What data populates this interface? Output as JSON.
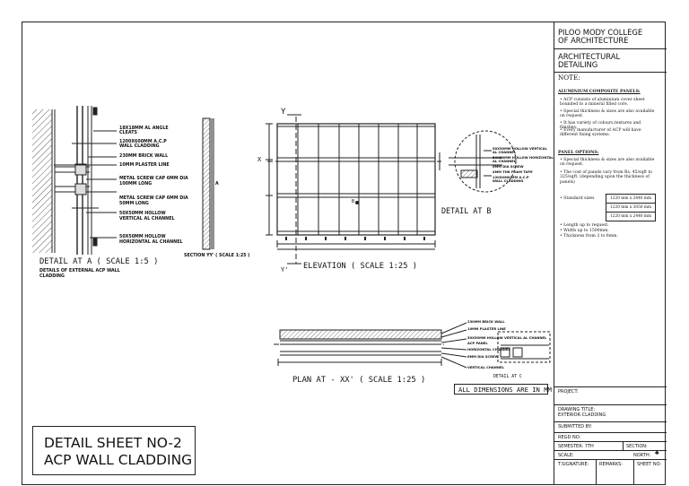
{
  "title_block": {
    "college_line1": "PILOO MODY COLLEGE",
    "college_line2": "OF ARCHITECTURE",
    "subject_line1": "ARCHITECTURAL",
    "subject_line2": "DETAILING",
    "note_heading": "NOTE:",
    "acp_heading": "ALUMINIUM COMPOSITE PANELS:",
    "acp_bullets": [
      "ACP consists of aluminium cover sheet bounded to a mineral filled core.",
      "Special thickness & sizes are also available on request.",
      "It has variety of colours,textures and finishes.",
      "Every manufacturer of ACP will have different fixing systems."
    ],
    "panel_heading": "PANEL OPTIONS:",
    "panel_bullets": [
      "Special thickness & sizes are also available on request.",
      "The cost of panels vary from Rs. 45/sqft to 325/sqft. (depending upon the thickness of panels)",
      "Standard sizes"
    ],
    "standard_sizes": [
      "1220 mm x 2440 mm",
      "1220 mm x 3050 mm",
      "1220 mm x 2440 mm"
    ],
    "extra_bullets": [
      "Length up to request.",
      "Width up to 1500mm.",
      "Thickness from 3 to 6mm."
    ],
    "project_label": "PROJECT:",
    "drawing_title_label": "DRAWING TITLE:",
    "drawing_title_value": "EXTERIOR CLADDING",
    "submitted_label": "SUBMITTED BY:",
    "regd_label": "REGD NO:",
    "semester_label": "SEMESTER: 7TH",
    "section_label": "SECTION:",
    "scale_label": "SCALE:",
    "north_label": "NORTH:",
    "sign_label": "T.SIGNATURE:",
    "remarks_label": "REMARKS:",
    "sheet_label": "SHEET NO:"
  },
  "detail_a": {
    "labels": [
      "18X18MM AL ANGLE",
      "CLEATS",
      "1200X600MM A.C.P",
      "WALL CLADDING",
      "230MM BRICK WALL",
      "10MM PLASTER LINE",
      "METAL SCREW CAP 6MM DIA",
      "100MM LONG",
      "METAL SCREW CAP 6MM DIA",
      "50MM LONG",
      "50X50MM HOLLOW",
      "VERTICAL AL CHANNEL",
      "50X50MM HOLLOW",
      "HORIZONTAL AL CHANNEL"
    ],
    "title": "DETAIL AT A ( SCALE 1:5 )",
    "subtitle_line1": "DETAILS OF EXTERNAL ACP WALL",
    "subtitle_line2": "CLADDING",
    "section_label": "SECTION YY' ( SCALE 1:25 )",
    "section_marker": "A"
  },
  "elevation": {
    "title": "ELEVATION ( SCALE 1:25 )",
    "marker_y": "Y",
    "marker_y2": "Y'",
    "marker_x": "X",
    "marker_b": "B"
  },
  "detail_b": {
    "title": "DETAIL AT B",
    "labels": [
      "50X50MM HOLLOW VERTICAL",
      "AL CHANNEL",
      "50X50MM HOLLOW HORIZONTAL",
      "AL CHANNEL",
      "6MM DIA SCREW",
      "4MM THK FOAM TAPE",
      "1200X600MM A.C.P",
      "WALL CLADDING"
    ]
  },
  "plan": {
    "title": "PLAN AT - XX' ( SCALE 1:25 )",
    "detail_c": "DETAIL AT C",
    "labels": [
      "230MM BRICK WALL",
      "10MM PLASTER LINE",
      "50X50MM HOLLOW VERTICAL AL CHANNEL",
      "ACP PANEL",
      "HORIZONTAL CHANNEL",
      "6MM DIA SCREW",
      "VERTICAL CHANNEL"
    ]
  },
  "dimensions_note": "ALL DIMENSIONS ARE IN MM",
  "sheet": {
    "line1": "DETAIL SHEET NO-2",
    "line2": "ACP WALL CLADDING"
  }
}
